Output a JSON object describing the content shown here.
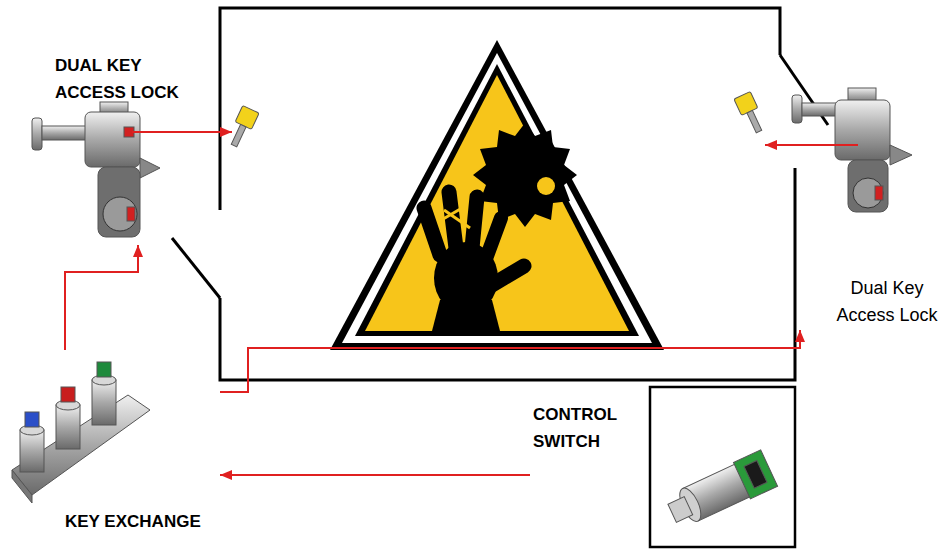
{
  "diagram": {
    "nodes": [
      {
        "text": [
          "DUAL KEY ACCESS LOCK"
        ]
      },
      {
        "text": [
          "Dual Key Access Lock"
        ]
      },
      {
        "text": [
          "CONTROL SWITCH"
        ]
      },
      {
        "text": [
          "KEY EXCHANGE"
        ]
      }
    ],
    "edges": [
      {
        "from": 2,
        "to": 3,
        "arrow": "to"
      },
      {
        "from": 3,
        "to": 0,
        "arrow": "to"
      },
      {
        "from": 3,
        "to": 1,
        "arrow": "to"
      }
    ]
  }
}
